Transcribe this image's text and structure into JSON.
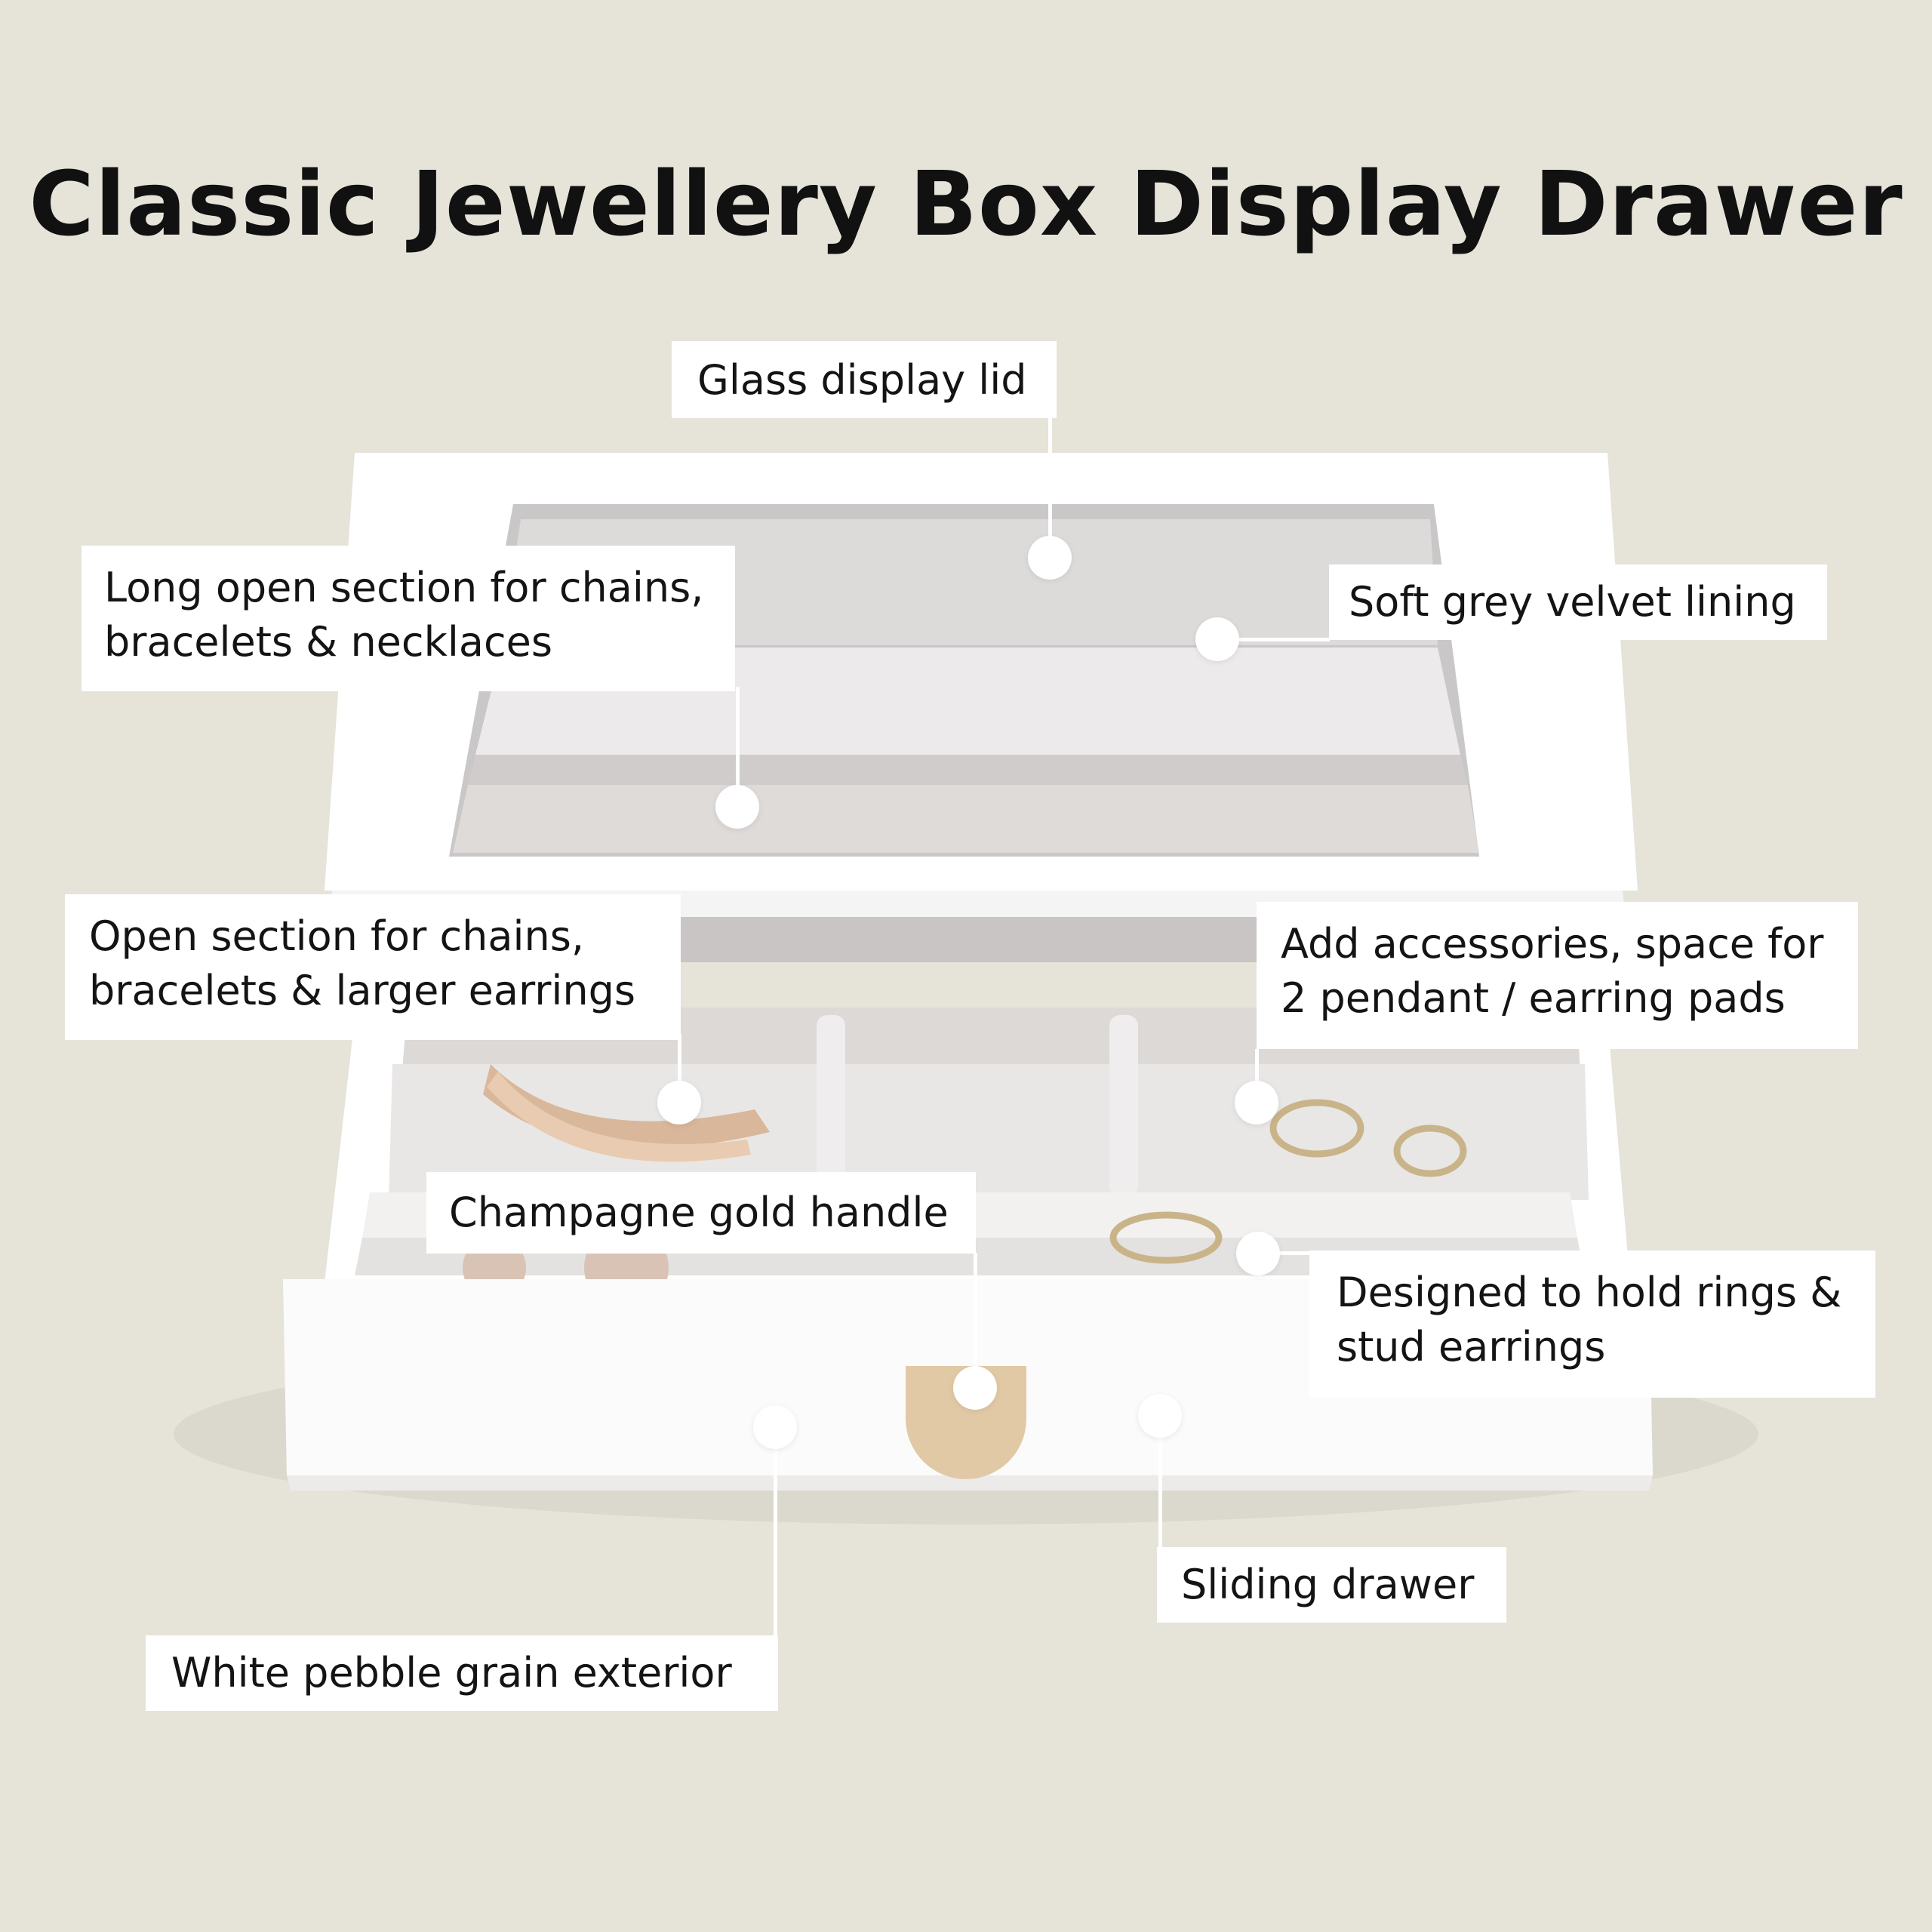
{
  "title": "Classic Jewellery Box Display Drawer",
  "colors": {
    "background": "#e6e4d9",
    "box_white": "#ffffff",
    "velvet_grey": "#dcd9d7",
    "champagne_gold": "#e2c9a6"
  },
  "callouts": {
    "glass_lid": "Glass display lid",
    "long_section_line1": "Long open section for chains,",
    "long_section_line2": "bracelets & necklaces",
    "velvet": "Soft grey velvet lining",
    "open_section_line1": "Open section for chains,",
    "open_section_line2": "bracelets & larger earrings",
    "accessories_line1": "Add accessories, space for",
    "accessories_line2": "2 pendant / earring pads",
    "handle": "Champagne gold handle",
    "rings_line1": "Designed to hold rings &",
    "rings_line2": "stud earrings",
    "sliding": "Sliding drawer",
    "exterior": "White pebble grain exterior"
  }
}
